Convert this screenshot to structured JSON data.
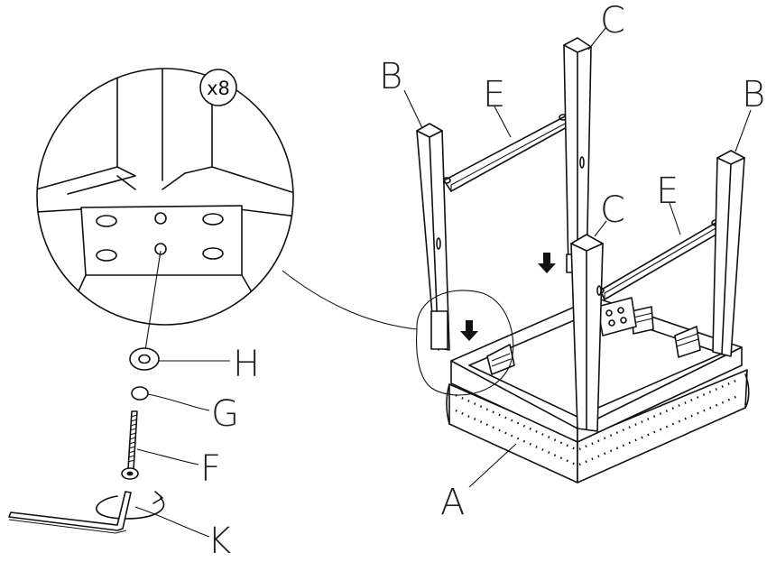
{
  "labels": {
    "A": "A",
    "B_left": "B",
    "B_right": "B",
    "C_top": "C",
    "C_mid": "C",
    "E_left": "E",
    "E_right": "E",
    "F": "F",
    "G": "G",
    "H": "H",
    "K": "K"
  },
  "quantity_badge": "x8"
}
